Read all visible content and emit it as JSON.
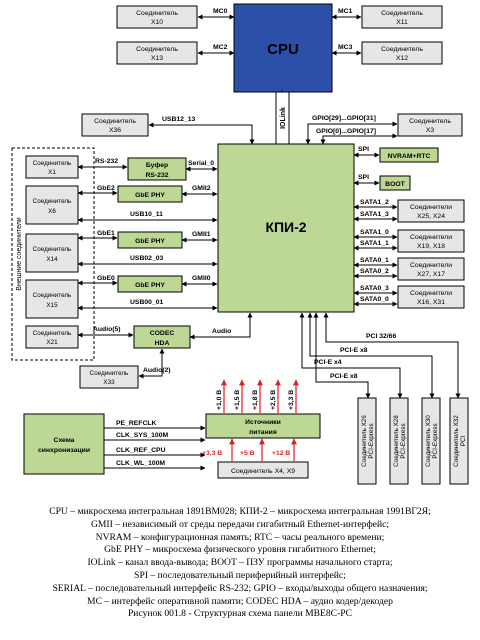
{
  "cpu": "CPU",
  "kpi": "КПИ-2",
  "ext_label": "Внешние соединители",
  "conn": {
    "x10": [
      "Соединитель",
      "X10"
    ],
    "x11": [
      "Соединитель",
      "X11"
    ],
    "x13": [
      "Соединитель",
      "X13"
    ],
    "x12": [
      "Соединитель",
      "X12"
    ],
    "x36": [
      "Соединитель",
      "X36"
    ],
    "x3": [
      "Соединитель",
      "X3"
    ],
    "x1": [
      "Соединитель",
      "X1"
    ],
    "x6": [
      "Соединитель",
      "X6"
    ],
    "x14": [
      "Соединитель",
      "X14"
    ],
    "x15": [
      "Соединитель",
      "X15"
    ],
    "x21": [
      "Соединитель",
      "X21"
    ],
    "x33": [
      "Соединитель",
      "X33"
    ],
    "x25": [
      "Соединители",
      "X25, X24"
    ],
    "x19": [
      "Соединители",
      "X19, X18"
    ],
    "x27": [
      "Соединители",
      "X27, X17"
    ],
    "x16": [
      "Соединители",
      "X16, X31"
    ],
    "x4x9": "Соединитель X4, X9"
  },
  "buf": [
    "Буфер",
    "RS-232"
  ],
  "gbe": "GbE PHY",
  "codec": [
    "CODEC",
    "HDA"
  ],
  "nvram": "NVRAM+RTC",
  "boot": "BOOT",
  "iolink": "IOLink",
  "power": [
    "Источники",
    "питания"
  ],
  "sync": [
    "Схема",
    "синхронизации"
  ],
  "pcie_conn": [
    [
      "Соединитель X26",
      "PCI-Express"
    ],
    [
      "Соединитель X28",
      "PCI-Express"
    ],
    [
      "Соединитель X30",
      "PCI-Express"
    ],
    [
      "Соединитель X32",
      "PCI"
    ]
  ],
  "signals": {
    "mc0": "MC0",
    "mc1": "MC1",
    "mc2": "MC2",
    "mc3": "MC3",
    "usb12_13": "USB12_13",
    "gpio_hi": "GPIO[29]...GPIO[31]",
    "gpio_lo": "GPIO[0]...GPIO[17]",
    "rs232": "RS-232",
    "serial0": "Serial_0",
    "gbe2": "GbE2",
    "gmii2": "GMII2",
    "usb10_11": "USB10_11",
    "gbe1": "GbE1",
    "gmii1": "GMII1",
    "usb02_03": "USB02_03",
    "gbe0": "GbE0",
    "gmii0": "GMII0",
    "usb00_01": "USB00_01",
    "audio5": "Audio(5)",
    "audio": "Audio",
    "audio2": "Audio(2)",
    "spi1": "SPI",
    "spi2": "SPI",
    "sata1_2": "SATA1_2",
    "sata1_3": "SATA1_3",
    "sata1_0": "SATA1_0",
    "sata1_1": "SATA1_1",
    "sata0_1": "SATA0_1",
    "sata0_2": "SATA0_2",
    "sata0_3": "SATA0_3",
    "sata0_0": "SATA0_0",
    "pci3266": "PCI 32/66",
    "pcie8a": "PCI-E x8",
    "pcie4": "PCI-E x4",
    "pcie8b": "PCI-E x8",
    "pe_refclk": "PE_REFCLK",
    "clk_sys": "CLK_SYS_100M",
    "clk_ref": "CLK_REF_CPU",
    "clk_wl": "CLK_WL_100M"
  },
  "volt_out": [
    "+1,0 В",
    "+1,5 В",
    "+1,8 В",
    "+2,5 В",
    "+3,3 В"
  ],
  "volt_in": [
    "+3,3 В",
    "+5 В",
    "+12 В"
  ],
  "legend": [
    "CPU – микросхема интегральная 1891ВМ028; КПИ-2 – микросхема интегральная 1991ВГ2Я;",
    "GMII – независимый от среды передачи гигабитный Ethernet-интерфейс;",
    "NVRAM – конфигурационная память; RTC – часы реального времени;",
    "GbE PHY – микросхема физического уровня гигабитного Ethernet;",
    "IOLink – канал ввода-вывода; BOOT – ПЗУ программы начального старта;",
    "SPI – последовательный периферийный интерфейс;",
    "SERIAL – последовательный интерфейс RS-232; GPIO – входы/выходы общего назначения;",
    "MC – интерфейс оперативной памяти; CODEC HDA – аудио кодер/декодер"
  ],
  "caption": "Рисунок 001.8 - Структурная схема панели МВЕ8С-PC"
}
